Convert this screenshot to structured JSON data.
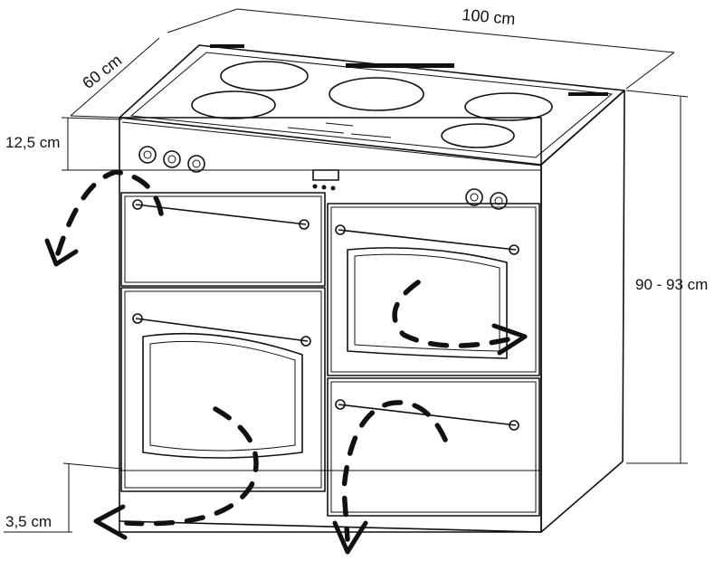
{
  "dimensions": {
    "width": "100 cm",
    "depth": "60 cm",
    "height": "90 - 93 cm",
    "top_clearance": "12,5 cm",
    "plinth": "3,5 cm"
  },
  "colors": {
    "line": "#111111",
    "background": "#ffffff"
  },
  "figure": {
    "subject": "range-cooker",
    "hob_zones": 5,
    "oven_doors_opening": 4
  }
}
